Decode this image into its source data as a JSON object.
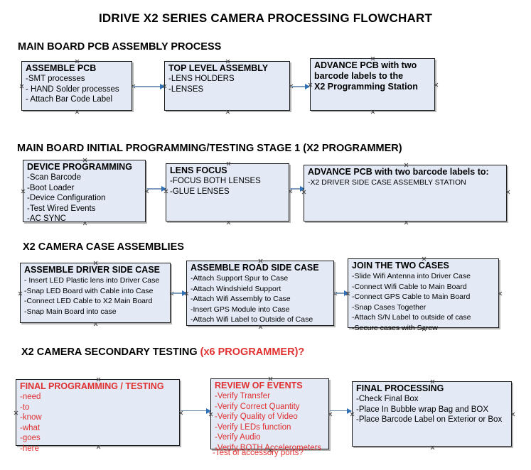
{
  "title": "IDRIVE X2  SERIES CAMERA PROCESSING FLOWCHART",
  "colors": {
    "box_fill": "#e3eaf5",
    "box_border": "#1a1a1a",
    "text": "#000000",
    "accent_red": "#e03030",
    "connector": "#7e9cba",
    "arrowhead": "#2f6fb5",
    "background": "#ffffff"
  },
  "sections": [
    {
      "id": "main-board-pcb-assembly",
      "heading": "MAIN BOARD PCB ASSEMBLY PROCESS",
      "heading_accent": "",
      "boxes": [
        {
          "id": "assemble-pcb",
          "title": "ASSEMBLE PCB",
          "lines": [
            "-SMT processes",
            "- HAND Solder processes",
            "- Attach Bar Code Label"
          ]
        },
        {
          "id": "top-level-assembly",
          "title": "TOP LEVEL ASSEMBLY",
          "lines": [
            "-LENS HOLDERS",
            "-LENSES"
          ]
        },
        {
          "id": "advance-pcb-to-x2-programming-station",
          "title": "ADVANCE PCB with two",
          "lines": [
            "barcode labels to the",
            " X2 Programming Station"
          ]
        }
      ]
    },
    {
      "id": "main-board-initial-programming",
      "heading": "MAIN BOARD INITIAL PROGRAMMING/TESTING STAGE 1 (X2 PROGRAMMER)",
      "heading_accent": "",
      "boxes": [
        {
          "id": "device-programming",
          "title": "DEVICE PROGRAMMING",
          "lines": [
            "-Scan Barcode",
            "-Boot Loader",
            "-Device Configuration",
            "-Test Wired Events",
            "-AC SYNC"
          ]
        },
        {
          "id": "lens-focus",
          "title": "LENS FOCUS",
          "lines": [
            "-FOCUS BOTH LENSES",
            "-GLUE LENSES"
          ]
        },
        {
          "id": "advance-pcb-to-driver-side-case-station",
          "title": "ADVANCE PCB with two barcode labels to:",
          "lines": [
            "-X2 DRIVER  SIDE  CASE  ASSEMBLY STATION"
          ]
        }
      ]
    },
    {
      "id": "x2-camera-case-assemblies",
      "heading": "X2 CAMERA CASE ASSEMBLIES",
      "heading_accent": "",
      "boxes": [
        {
          "id": "assemble-driver-side-case",
          "title": "ASSEMBLE DRIVER SIDE CASE",
          "lines": [
            "- Insert LED Plastic lens into Driver Case",
            "-Snap LED Board with Cable into Case",
            "-Connect LED Cable to X2 Main Board",
            "-Snap Main Board into case"
          ]
        },
        {
          "id": "assemble-road-side-case",
          "title": "ASSEMBLE ROAD SIDE CASE",
          "lines": [
            "-Attach Support Spur to Case",
            "-Attach Windshield Support",
            "-Attach Wifi Assembly to Case",
            "-Insert GPS Module into Case",
            "-Attach Wifi Label to Outside of Case"
          ]
        },
        {
          "id": "join-the-two-cases",
          "title": "JOIN THE TWO CASES",
          "lines": [
            "-Slide Wifi Antenna into Driver Case",
            "-Connect Wifi Cable to Main Board",
            "-Connect GPS Cable to Main Board",
            "-Snap Cases Together",
            "-Attach S/N Label to outside of case",
            "-Secure cases with Screw"
          ]
        }
      ]
    },
    {
      "id": "x2-camera-secondary-testing",
      "heading": "X2 CAMERA SECONDARY TESTING ",
      "heading_accent": "(x6 PROGRAMMER)?",
      "boxes": [
        {
          "id": "final-programming-testing",
          "title": "FINAL PROGRAMMING / TESTING",
          "lines": [
            "-need",
            "-to",
            "-know",
            "-what",
            "-goes",
            "-here"
          ]
        },
        {
          "id": "review-of-events",
          "title": "REVIEW OF EVENTS",
          "lines": [
            "-Verify Transfer",
            "-Verify Correct Quantity",
            "-Verify Quality of Video",
            "-Verify LEDs function",
            "-Verify Audio",
            "-Verify BOTH Accelerometers"
          ],
          "overflow_line": "-Test of accessory ports?"
        },
        {
          "id": "final-processing",
          "title": "FINAL PROCESSING",
          "lines": [
            " -Check Final Box",
            "-Place In Bubble wrap Bag and BOX",
            "-Place Barcode Label on Exterior or Box"
          ]
        }
      ]
    }
  ]
}
